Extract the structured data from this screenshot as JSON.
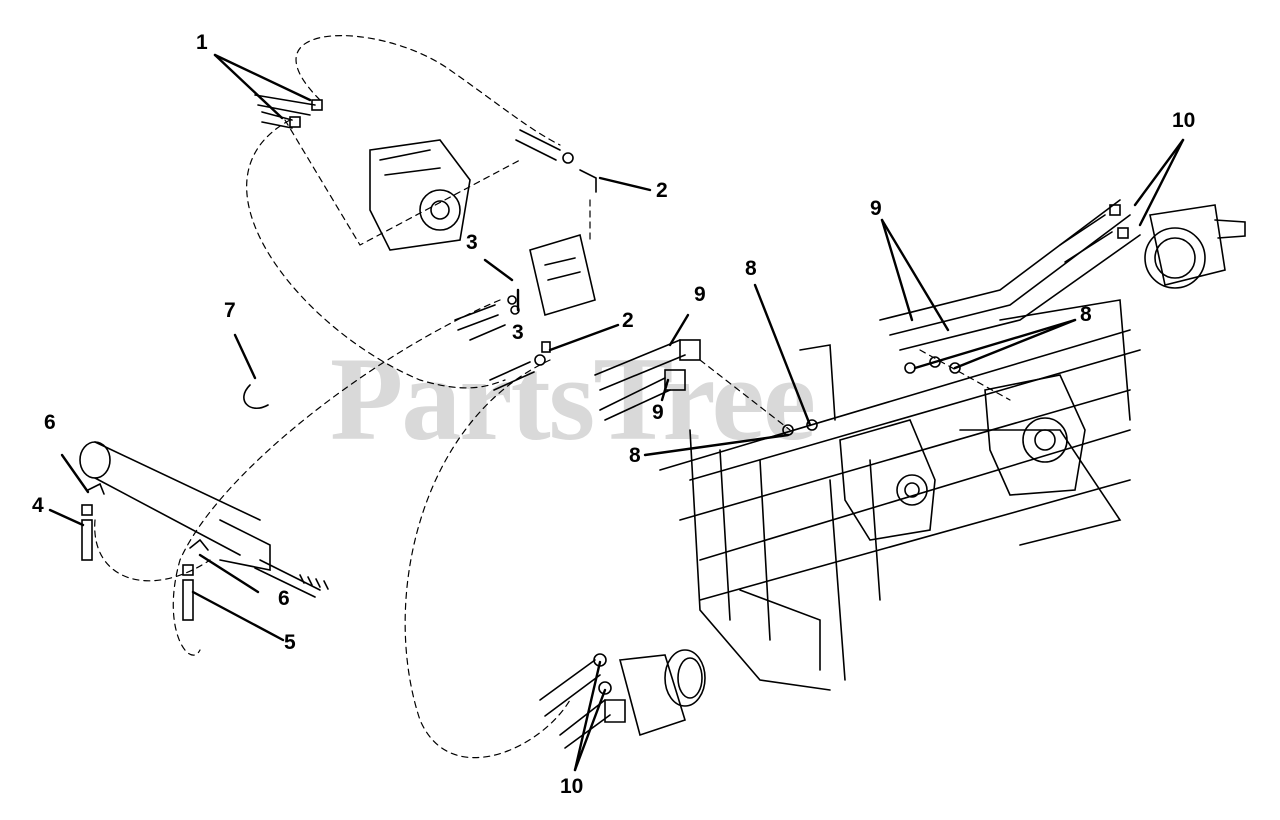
{
  "watermark": "PartsTree",
  "callouts": {
    "c1": "1",
    "c2a": "2",
    "c2b": "2",
    "c3a": "3",
    "c3b": "3",
    "c4": "4",
    "c5": "5",
    "c6a": "6",
    "c6b": "6",
    "c7": "7",
    "c8a": "8",
    "c8b": "8",
    "c8c": "8",
    "c9a": "9",
    "c9b": "9",
    "c9c": "9",
    "c10a": "10",
    "c10b": "10"
  }
}
